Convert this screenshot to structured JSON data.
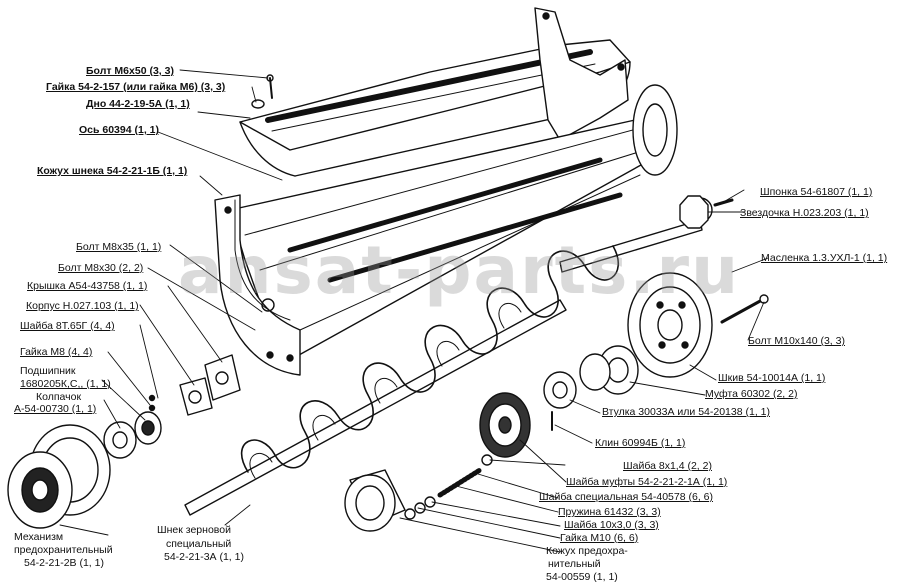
{
  "watermark": "ansat-parts.ru",
  "labels": {
    "bolt_m6x50": "Болт М6х50 (3, 3)",
    "gayka_54_2_157": "Гайка 54-2-157 (или гайка М6)  (3, 3)",
    "dno": "Дно 44-2-19-5А (1, 1)",
    "os": "Ось 60394 (1, 1)",
    "kozhukh_shneka": "Кожух шнека 54-2-21-1Б (1, 1)",
    "shponka": "Шпонка 54-61807 (1, 1)",
    "zvezdochka": "Звездочка Н.023.203 (1, 1)",
    "bolt_m8x35": "Болт М8х35 (1, 1)",
    "bolt_m8x30": "Болт М8х30 (2, 2)",
    "kryshka": "Крышка А54-43758 (1, 1)",
    "korpus": "Корпус Н.027.103 (1, 1)",
    "shayba_8t65g": "Шайба 8Т.65Г (4, 4)",
    "gayka_m8": "Гайка М8 (4, 4)",
    "podshipnik_1": "Подшипник",
    "podshipnik_2": "1680205К,С,, (1, 1)",
    "kolpachok_1": "Колпачок",
    "kolpachok_2": "А-54-00730 (1, 1)",
    "maslenka": "Масленка 1.3.УХЛ-1 (1, 1)",
    "bolt_m10x140": "Болт М10х140 (3, 3)",
    "shkiv": "Шкив 54-10014А (1, 1)",
    "mufta": "Муфта 60302 (2, 2)",
    "vtulka": "Втулка 30033А или 54-20138 (1, 1)",
    "klin": "Клин 60994Б (1, 1)",
    "shayba_8x14": "Шайба 8х1,4 (2, 2)",
    "shayba_mufty": "Шайба муфты  54-2-21-2-1А (1, 1)",
    "shayba_spec": "Шайба специальная 54-40578 (6, 6)",
    "pruzhina": "Пружина 61432 (3, 3)",
    "shayba_10x3": "Шайба 10х3,0 (3, 3)",
    "gayka_m10": "Гайка М10 (6, 6)",
    "kozhukh_pred_1": "Кожух предохра-",
    "kozhukh_pred_2": "нительный",
    "kozhukh_pred_3": "54-00559 (1, 1)",
    "mekhanizm_1": "Механизм",
    "mekhanizm_2": "предохранительный",
    "mekhanizm_3": "54-2-21-2В (1, 1)",
    "shnek_1": "Шнек зерновой",
    "shnek_2": "специальный",
    "shnek_3": "54-2-21-3А (1, 1)"
  }
}
